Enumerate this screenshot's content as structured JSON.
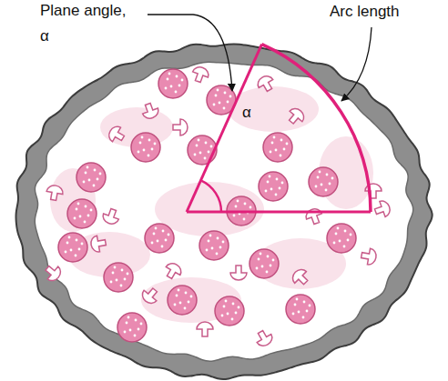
{
  "diagram": {
    "labels": [
      "Plane angle, α",
      "Arc length",
      "α"
    ]
  }
}
